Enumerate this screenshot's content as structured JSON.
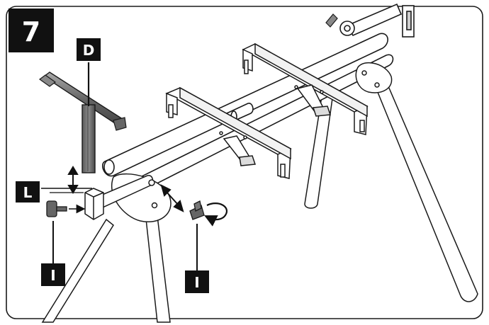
{
  "step": {
    "number": "7"
  },
  "callouts": {
    "d": "D",
    "l": "L",
    "i_left": "I",
    "i_right": "I"
  },
  "colors": {
    "ink": "#1a1a1a",
    "metal_dark": "#555555",
    "metal_mid": "#8a8a8a",
    "panel_fill": "#ffffff",
    "label_bg": "#111111"
  }
}
